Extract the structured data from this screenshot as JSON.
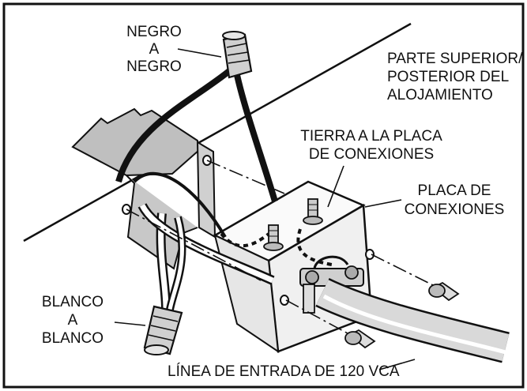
{
  "labels": {
    "negro": [
      "NEGRO",
      "A",
      "NEGRO"
    ],
    "parte": [
      "PARTE SUPERIOR/",
      "POSTERIOR DEL",
      "ALOJAMIENTO"
    ],
    "tierra": [
      "TIERRA A LA PLACA",
      "DE CONEXIONES"
    ],
    "placa": [
      "PLACA DE",
      "CONEXIONES"
    ],
    "blanco": [
      "BLANCO",
      "A",
      "BLANCO"
    ],
    "linea": "LÍNEA DE ENTRADA DE 120 VCA"
  }
}
